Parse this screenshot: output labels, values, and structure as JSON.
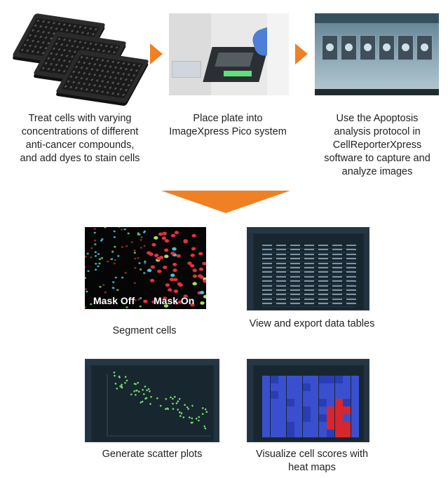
{
  "steps": [
    {
      "text": "Treat cells with varying\nconcentrations of different\nanti-cancer compounds,\nand add dyes to stain cells"
    },
    {
      "text": "Place plate into\nImageXpress Pico system"
    },
    {
      "text": "Use the Apoptosis\nanalysis protocol in\nCellReporterXpress\nsoftware to capture and\nanalyze images"
    }
  ],
  "outputs": [
    {
      "text": "Segment cells"
    },
    {
      "text": "View and export data tables"
    },
    {
      "text": "Generate scatter plots"
    },
    {
      "text": "Visualize cell scores with\nheat maps"
    }
  ],
  "segment_image": {
    "left_label": "Mask Off",
    "right_label": "Mask On"
  },
  "colors": {
    "arrow": "#F08024",
    "app_background": "#1d2a35",
    "heat_low": "#3a4fd0",
    "heat_high": "#d8262e"
  }
}
